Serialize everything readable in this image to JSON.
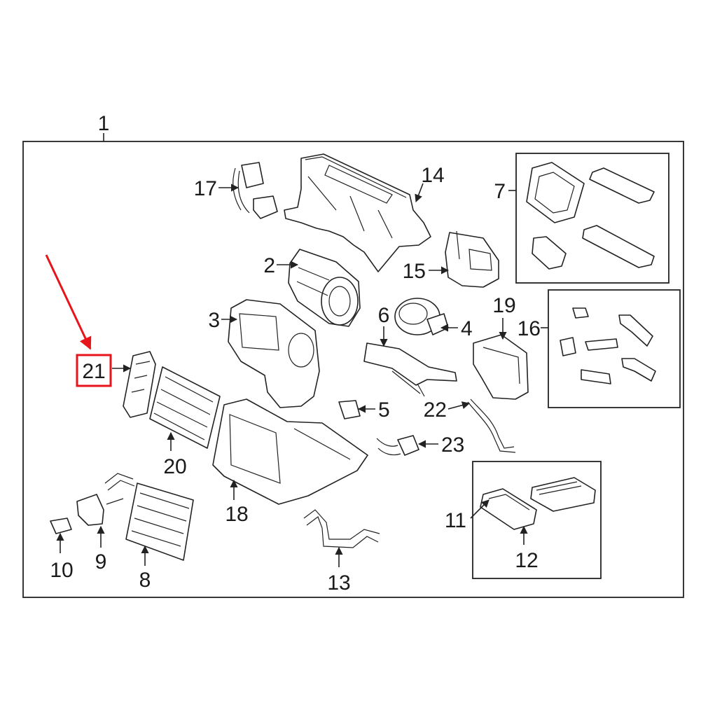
{
  "diagram": {
    "highlight_color": "#e8141b",
    "line_color": "#222222",
    "callouts": {
      "c1": "1",
      "c2": "2",
      "c3": "3",
      "c4": "4",
      "c5": "5",
      "c6": "6",
      "c7": "7",
      "c8": "8",
      "c9": "9",
      "c10": "10",
      "c11": "11",
      "c12": "12",
      "c13": "13",
      "c14": "14",
      "c15": "15",
      "c16": "16",
      "c17": "17",
      "c18": "18",
      "c19": "19",
      "c20": "20",
      "c21": "21",
      "c22": "22",
      "c23": "23"
    },
    "highlighted_callout": "21"
  }
}
